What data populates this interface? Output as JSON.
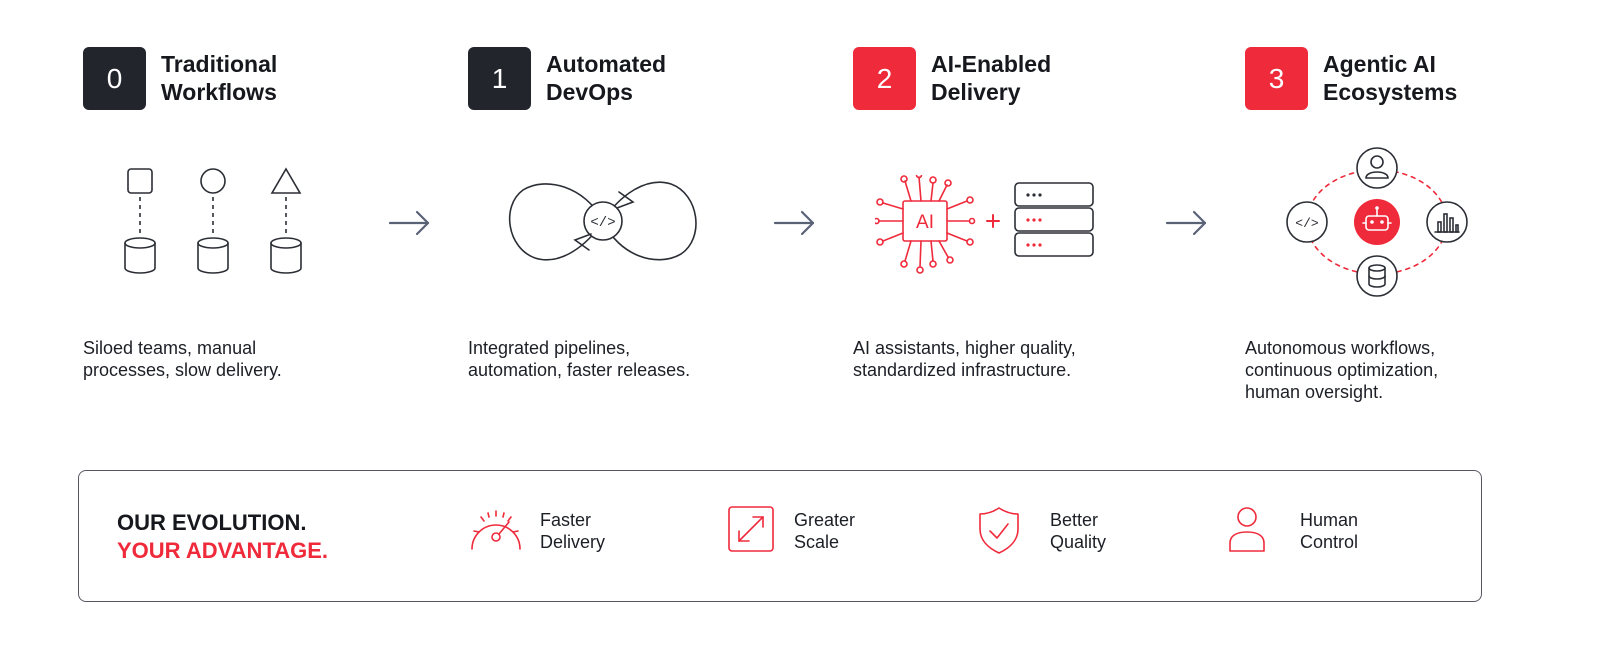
{
  "stages": [
    {
      "number": "0",
      "title_lines": [
        "Traditional",
        "Workflows"
      ],
      "description_lines": [
        "Siloed teams, manual",
        "processes, slow delivery."
      ],
      "icon": "siloed-databases-icon",
      "badge_color": "#22252c"
    },
    {
      "number": "1",
      "title_lines": [
        "Automated",
        "DevOps"
      ],
      "description_lines": [
        "Integrated pipelines,",
        "automation, faster releases."
      ],
      "icon": "infinity-loop-code-icon",
      "badge_color": "#22252c"
    },
    {
      "number": "2",
      "title_lines": [
        "AI-Enabled",
        "Delivery"
      ],
      "description_lines": [
        "AI assistants, higher quality,",
        "standardized infrastructure."
      ],
      "icon": "ai-chip-plus-servers-icon",
      "badge_color": "#ef2a3b"
    },
    {
      "number": "3",
      "title_lines": [
        "Agentic AI",
        "Ecosystems"
      ],
      "description_lines": [
        "Autonomous workflows,",
        "continuous optimization,",
        "human oversight."
      ],
      "icon": "agent-ecosystem-icon",
      "badge_color": "#ef2a3b"
    }
  ],
  "advantage": {
    "heading_line1": "OUR EVOLUTION.",
    "heading_line2": "YOUR ADVANTAGE.",
    "items": [
      {
        "label_lines": [
          "Faster",
          "Delivery"
        ],
        "icon": "speedometer-icon"
      },
      {
        "label_lines": [
          "Greater",
          "Scale"
        ],
        "icon": "expand-arrows-icon"
      },
      {
        "label_lines": [
          "Better",
          "Quality"
        ],
        "icon": "shield-check-icon"
      },
      {
        "label_lines": [
          "Human",
          "Control"
        ],
        "icon": "person-icon"
      }
    ]
  },
  "colors": {
    "accent": "#ef2a3b",
    "dark": "#22252c",
    "arrow": "#5a6275",
    "text": "#1c1f26"
  }
}
